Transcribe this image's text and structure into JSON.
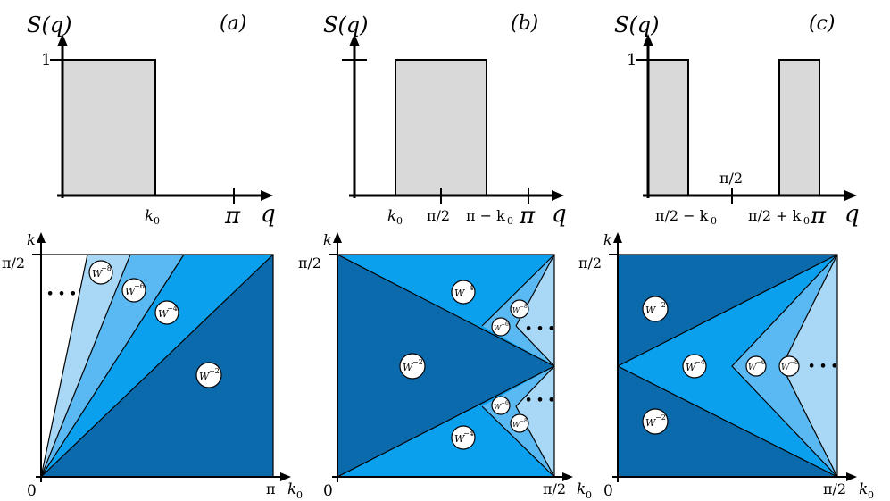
{
  "panels": [
    {
      "tag": "(a)",
      "top": {
        "y_label": "S(q)",
        "y_tick": "1",
        "x_label": "q",
        "x_ticks": [
          "k",
          "π"
        ],
        "k0_sub": "0"
      },
      "bottom": {
        "y_label": "k",
        "y_top_tick": "π/2",
        "x_origin": "0",
        "x_end_tick": "π",
        "x_label": "k",
        "k0_sub": "0",
        "ellipsis": "• • •",
        "regions": [
          {
            "base": "W",
            "exp": "−8"
          },
          {
            "base": "W",
            "exp": "−6"
          },
          {
            "base": "W",
            "exp": "−4"
          },
          {
            "base": "W",
            "exp": "−2"
          }
        ]
      }
    },
    {
      "tag": "(b)",
      "top": {
        "y_label": "S(q)",
        "x_label": "q",
        "tick_k0": "k",
        "k0_sub": "0",
        "tick_mid": "π/2",
        "tick_pi_minus": "π − k",
        "tick_pi": "π"
      },
      "bottom": {
        "y_label": "k",
        "y_top_tick": "π/2",
        "x_origin": "0",
        "x_end_tick": "π/2",
        "x_label": "k",
        "k0_sub": "0",
        "ellipsis": "• • •",
        "regions": [
          {
            "base": "W",
            "exp": "−2"
          },
          {
            "base": "W",
            "exp": "−4"
          },
          {
            "base": "W",
            "exp": "−6"
          },
          {
            "base": "W",
            "exp": "−8"
          },
          {
            "base": "W",
            "exp": "−4"
          },
          {
            "base": "W",
            "exp": "−6"
          },
          {
            "base": "W",
            "exp": "−8"
          }
        ]
      }
    },
    {
      "tag": "(c)",
      "top": {
        "y_label": "S(q)",
        "y_tick": "1",
        "x_label": "q",
        "tick_left": "π/2 − k",
        "tick_mid": "π/2",
        "tick_right": "π/2 + k",
        "k0_sub": "0",
        "tick_pi": "π"
      },
      "bottom": {
        "y_label": "k",
        "y_top_tick": "π/2",
        "x_origin": "0",
        "x_end_tick": "π/2",
        "x_label": "k",
        "k0_sub": "0",
        "ellipsis": "• • •",
        "regions": [
          {
            "base": "W",
            "exp": "−2"
          },
          {
            "base": "W",
            "exp": "−2"
          },
          {
            "base": "W",
            "exp": "−4"
          },
          {
            "base": "W",
            "exp": "−6"
          },
          {
            "base": "W",
            "exp": "−8"
          }
        ]
      }
    }
  ],
  "colors": {
    "dark_blue": "#0b6aac",
    "mid_blue": "#0aa0ee",
    "light_blue": "#5ab8f2",
    "pale_blue": "#a8d8f6",
    "gray_fill": "#d9d9d9"
  }
}
